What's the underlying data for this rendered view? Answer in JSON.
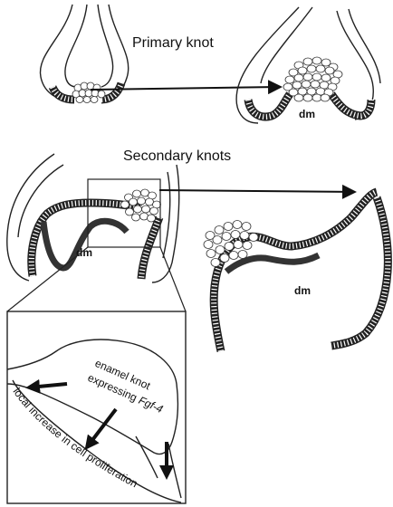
{
  "labels": {
    "primary_knot": "Primary knot",
    "secondary_knots": "Secondary knots",
    "dm": "dm",
    "inset_line1": "enamel knot",
    "inset_line2": "expressing ",
    "inset_line2_italic": "Fgf-4",
    "inset_curve": "local increase in cell proliferation"
  }
}
